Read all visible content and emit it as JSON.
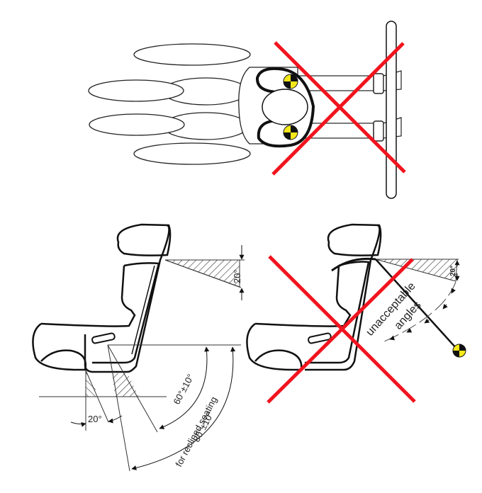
{
  "figure": {
    "panels": [
      {
        "id": "top-view",
        "description": "Top view of child seat strapped by vehicle belt with belt path marked unacceptable",
        "marked_unacceptable": true
      },
      {
        "id": "side-view-acceptable",
        "description": "Side view of child seat with acceptable belt angles"
      },
      {
        "id": "side-view-unacceptable",
        "description": "Side view with unacceptable shoulder belt angles",
        "marked_unacceptable": true
      }
    ],
    "labels": {
      "shoulder_angle": "20°",
      "lap_angle": "20°",
      "belt_angle": "60°±10°",
      "reclined_angle": "80°±10°",
      "reclined_note": "for reclined seating",
      "unacceptable_shoulder_angle": "20°",
      "unacceptable_line1": "unacceptable",
      "unacceptable_line2": "angles"
    },
    "colors": {
      "cross": "#f0141e",
      "marker_yellow": "#f4e81a",
      "line": "#111111"
    }
  }
}
